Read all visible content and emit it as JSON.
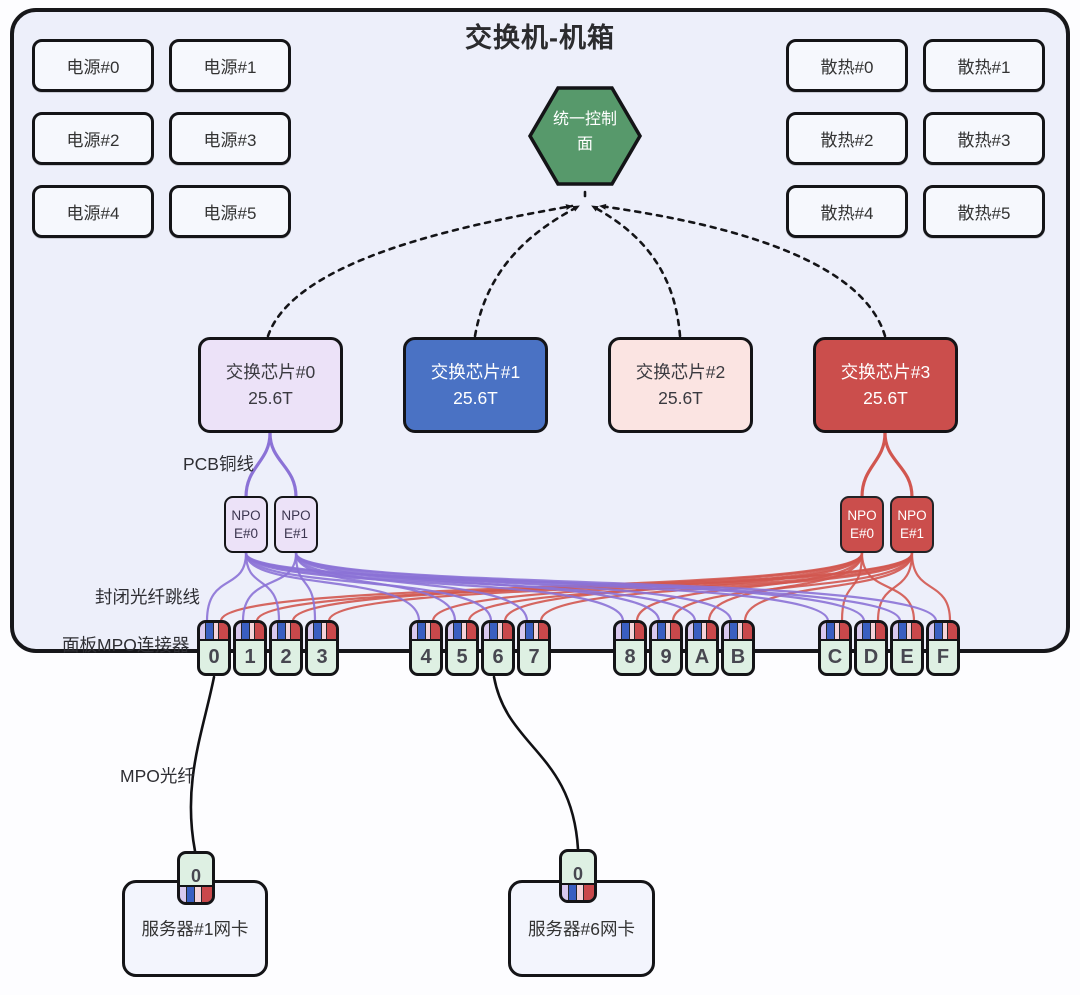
{
  "title": "交换机-机箱",
  "control_plane": {
    "line1": "统一控制",
    "line2": "面",
    "color": "#57996b"
  },
  "power_units": [
    {
      "label": "电源#0"
    },
    {
      "label": "电源#1"
    },
    {
      "label": "电源#2"
    },
    {
      "label": "电源#3"
    },
    {
      "label": "电源#4"
    },
    {
      "label": "电源#5"
    }
  ],
  "cooling_units": [
    {
      "label": "散热#0"
    },
    {
      "label": "散热#1"
    },
    {
      "label": "散热#2"
    },
    {
      "label": "散热#3"
    },
    {
      "label": "散热#4"
    },
    {
      "label": "散热#5"
    }
  ],
  "chips": [
    {
      "name": "交换芯片#0",
      "capacity": "25.6T",
      "bg": "#ece2f8",
      "fg": "#3a3a40"
    },
    {
      "name": "交换芯片#1",
      "capacity": "25.6T",
      "bg": "#4a72c4",
      "fg": "#ffffff"
    },
    {
      "name": "交换芯片#2",
      "capacity": "25.6T",
      "bg": "#fbe4e2",
      "fg": "#3a3a40"
    },
    {
      "name": "交换芯片#3",
      "capacity": "25.6T",
      "bg": "#cb4e4c",
      "fg": "#ffffff"
    }
  ],
  "npoe_left": [
    {
      "line1": "NPO",
      "line2": "E#0"
    },
    {
      "line1": "NPO",
      "line2": "E#1"
    }
  ],
  "npoe_right": [
    {
      "line1": "NPO",
      "line2": "E#0"
    },
    {
      "line1": "NPO",
      "line2": "E#1"
    }
  ],
  "labels": {
    "pcb_copper": "PCB铜线",
    "fiber_jumper": "封闭光纤跳线",
    "panel_mpo": "面板MPO连接器",
    "mpo_fiber": "MPO光纤"
  },
  "ports": [
    "0",
    "1",
    "2",
    "3",
    "4",
    "5",
    "6",
    "7",
    "8",
    "9",
    "A",
    "B",
    "C",
    "D",
    "E",
    "F"
  ],
  "servers": [
    {
      "label": "服务器#1网卡",
      "port_label": "0"
    },
    {
      "label": "服务器#6网卡",
      "port_label": "0"
    }
  ],
  "colors": {
    "purple_fiber": "#8b72d6",
    "red_fiber": "#d1564f",
    "dashed_link": "#141417",
    "stripe_lavender": "#d9c9ef",
    "stripe_blue": "#3a5fc1",
    "stripe_pink": "#f5d4da",
    "stripe_red": "#c9484b",
    "port_body": "#def0e3",
    "hexagon_green": "#57996b"
  }
}
